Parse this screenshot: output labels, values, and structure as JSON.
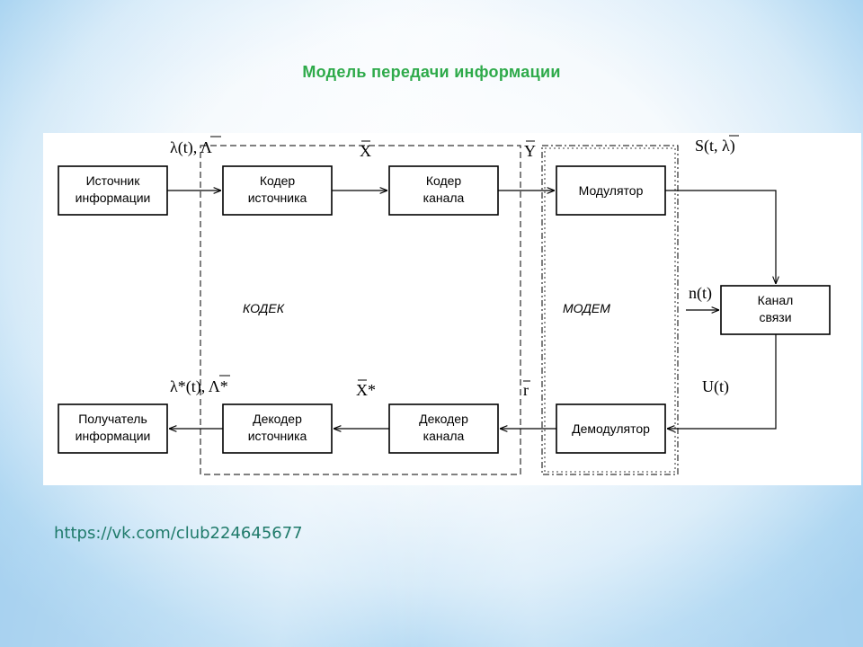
{
  "slide": {
    "title": "Модель передачи информации",
    "link": "https://vk.com/club224645677"
  },
  "diagram": {
    "blocks": {
      "source": [
        "Источник",
        "информации"
      ],
      "source_coder": [
        "Кодер",
        "источника"
      ],
      "channel_coder": [
        "Кодер",
        "канала"
      ],
      "modulator": [
        "Модулятор"
      ],
      "channel": [
        "Канал",
        "связи"
      ],
      "demodulator": [
        "Демодулятор"
      ],
      "channel_decoder": [
        "Декодер",
        "канала"
      ],
      "source_decoder": [
        "Декодер",
        "источника"
      ],
      "receiver": [
        "Получатель",
        "информации"
      ]
    },
    "group_labels": {
      "codec": "КОДЕК",
      "modem": "МОДЕМ"
    },
    "signals": {
      "lambda_top": "λ(t), Λ",
      "x": "X",
      "y": "Y",
      "s": "S(t, λ)",
      "n": "n(t)",
      "u": "U(t)",
      "lambda_bottom": "λ*(t), Λ*",
      "x_star": "X*",
      "r": "r"
    }
  }
}
